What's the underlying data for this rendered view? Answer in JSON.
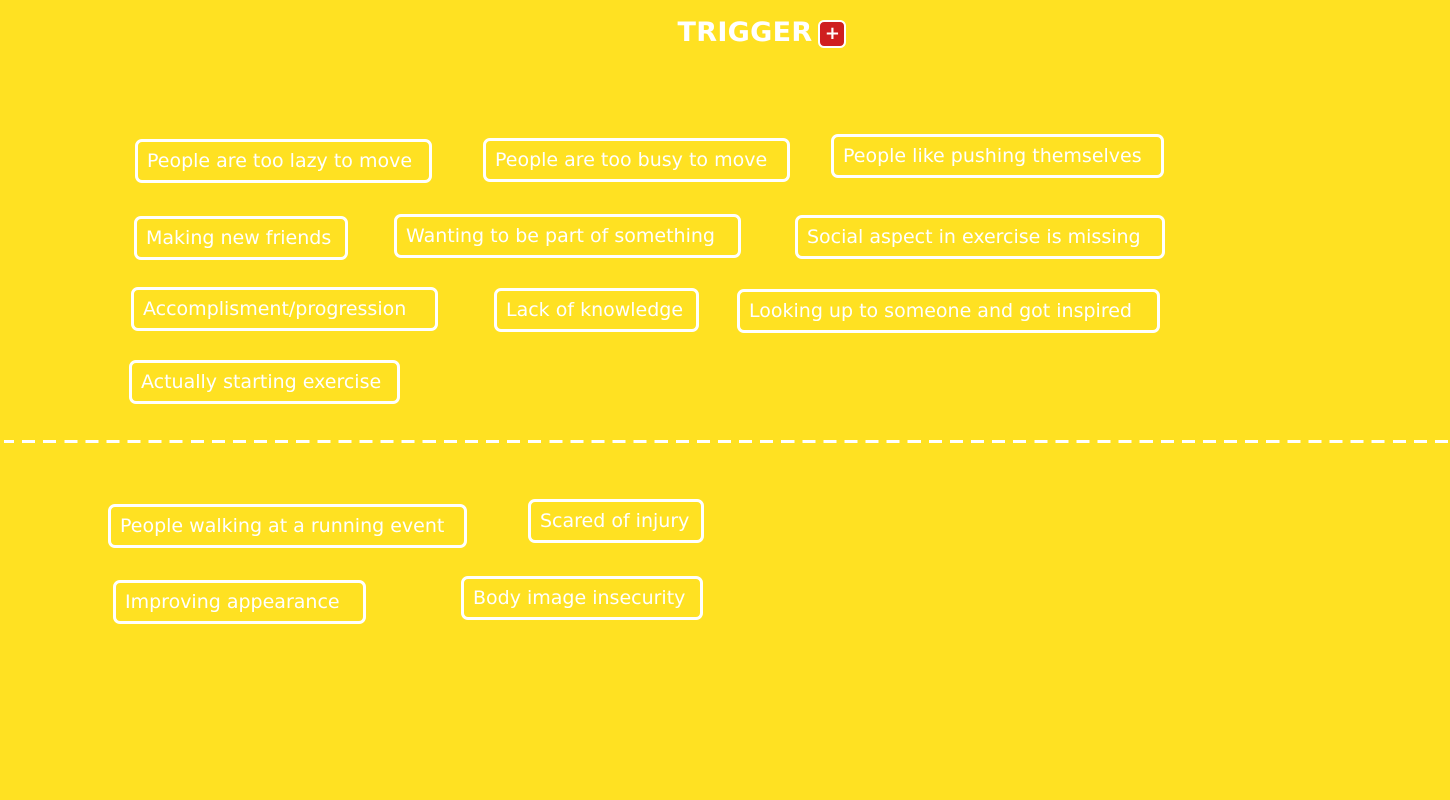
{
  "header": {
    "title": "TRIGGER",
    "add_label": "+"
  },
  "upper_notes": [
    "People are too lazy to move",
    "People are too busy to move",
    "People like pushing themselves",
    "Making new friends",
    "Wanting to be part of something",
    "Social aspect in exercise is missing",
    "Accomplisment/progression",
    "Lack of knowledge",
    "Looking up to someone and got inspired",
    "Actually starting exercise"
  ],
  "lower_notes": [
    "People walking at a running event",
    "Scared of injury",
    "Improving appearance",
    "Body image insecurity"
  ],
  "colors": {
    "background": "#ffe122",
    "note_border": "#ffffff",
    "add_button": "#cf1f1f"
  }
}
